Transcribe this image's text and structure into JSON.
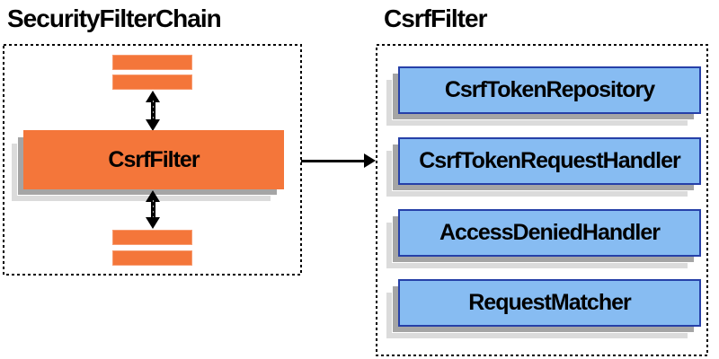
{
  "diagram": {
    "left": {
      "title": "SecurityFilterChain",
      "filter_box_label": "CsrfFilter"
    },
    "right": {
      "title": "CsrfFilter",
      "components": [
        "CsrfTokenRepository",
        "CsrfTokenRequestHandler",
        "AccessDeniedHandler",
        "RequestMatcher"
      ]
    },
    "colors": {
      "orange": "#F4763A",
      "orange_highlight": "#F79B70",
      "blue_fill": "#87BCF2",
      "blue_border": "#2640A8",
      "shadow_mid": "#A5A5A5",
      "shadow_light": "#DBDBDB",
      "line": "#000000",
      "background": "#FFFFFF"
    }
  }
}
